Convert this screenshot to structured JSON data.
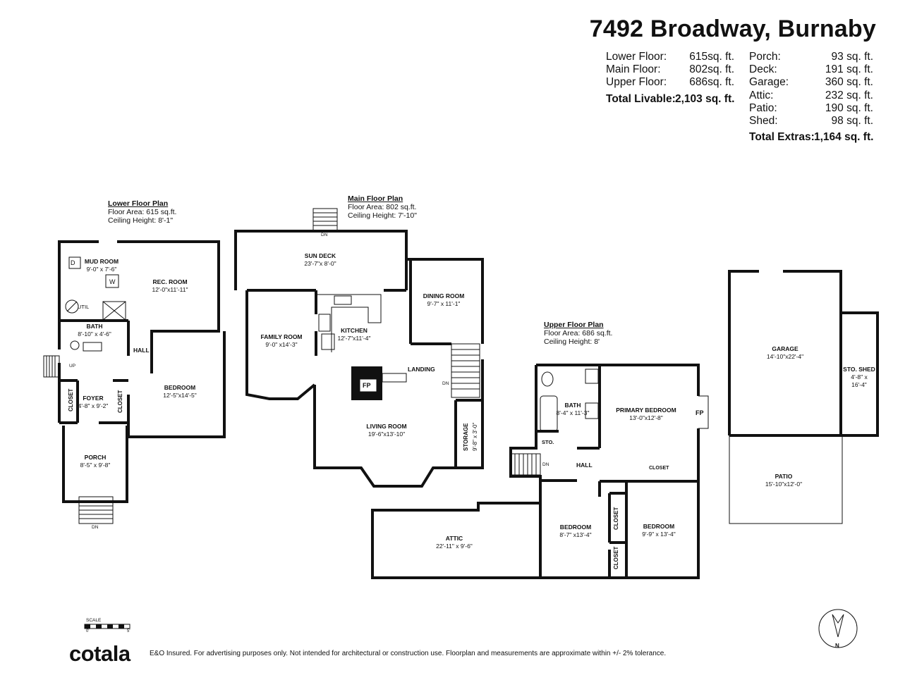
{
  "header": {
    "address": "7492 Broadway, Burnaby"
  },
  "areas_left": [
    {
      "label": "Lower Floor:",
      "value": "615sq. ft."
    },
    {
      "label": "Main Floor:",
      "value": "802sq. ft."
    },
    {
      "label": "Upper Floor:",
      "value": "686sq. ft."
    }
  ],
  "total_livable": {
    "label": "Total Livable:",
    "value": "2,103 sq. ft."
  },
  "areas_right": [
    {
      "label": "Porch:",
      "value": "93 sq. ft."
    },
    {
      "label": "Deck:",
      "value": "191 sq. ft."
    },
    {
      "label": "Garage:",
      "value": "360 sq. ft."
    },
    {
      "label": "Attic:",
      "value": "232 sq. ft."
    },
    {
      "label": "Patio:",
      "value": "190 sq. ft."
    },
    {
      "label": "Shed:",
      "value": "98 sq. ft."
    }
  ],
  "total_extras": {
    "label": "Total Extras:",
    "value": "1,164 sq. ft."
  },
  "plans": {
    "lower": {
      "heading": "Lower Floor Plan",
      "area": "Floor Area: 615 sq.ft.",
      "ceiling": "Ceiling Height: 8'-1\""
    },
    "main": {
      "heading": "Main Floor Plan",
      "area": "Floor Area: 802 sq.ft.",
      "ceiling": "Ceiling Height: 7'-10\""
    },
    "upper": {
      "heading": "Upper Floor Plan",
      "area": "Floor Area: 686 sq.ft.",
      "ceiling": "Ceiling Height: 8'"
    }
  },
  "rooms": {
    "mud_room": {
      "name": "MUD ROOM",
      "dim": "9'-0\" x 7'-6\""
    },
    "rec_room": {
      "name": "REC. ROOM",
      "dim": "12'-0\"x11'-11\""
    },
    "lower_bath": {
      "name": "BATH",
      "dim": "8'-10\" x 4'-6\""
    },
    "lower_bedroom": {
      "name": "BEDROOM",
      "dim": "12'-5\"x14'-5\""
    },
    "foyer": {
      "name": "FOYER",
      "dim": "4'-8\" x 9'-2\""
    },
    "porch": {
      "name": "PORCH",
      "dim": "8'-5\" x 9'-8\""
    },
    "sun_deck": {
      "name": "SUN DECK",
      "dim": "23'-7\"x 8'-0\""
    },
    "dining_room": {
      "name": "DINING ROOM",
      "dim": "9'-7\" x 11'-1\""
    },
    "family_room": {
      "name": "FAMILY ROOM",
      "dim": "9'-0\" x14'-3\""
    },
    "kitchen": {
      "name": "KITCHEN",
      "dim": "12'-7\"x11'-4\""
    },
    "living_room": {
      "name": "LIVING ROOM",
      "dim": "19'-6\"x13'-10\""
    },
    "upper_bath": {
      "name": "BATH",
      "dim": "8'-4\" x 11'-3\""
    },
    "primary_bedroom": {
      "name": "PRIMARY BEDROOM",
      "dim": "13'-0\"x12'-8\""
    },
    "bedroom_2": {
      "name": "BEDROOM",
      "dim": "8'-7\" x13'-4\""
    },
    "bedroom_3": {
      "name": "BEDROOM",
      "dim": "9'-9\" x 13'-4\""
    },
    "attic": {
      "name": "ATTIC",
      "dim": "22'-11\" x 9'-6\""
    },
    "garage": {
      "name": "GARAGE",
      "dim": "14'-10\"x22'-4\""
    },
    "sto_shed": {
      "name": "STO. SHED",
      "dim1": "4'-8\" x",
      "dim2": "16'-4\""
    },
    "patio": {
      "name": "PATIO",
      "dim": "15'-10\"x12'-0\""
    }
  },
  "labels": {
    "hall": "HALL",
    "closet": "CLOSET",
    "util": "UTIL",
    "d": "D",
    "w": "W",
    "up": "UP",
    "dn": "DN",
    "landing": "LANDING",
    "fp": "FP",
    "storage": "STORAGE",
    "storage_dim": "9'-8\" x 3'-0\"",
    "sto": "STO.",
    "north": "N",
    "scale": "SCALE",
    "scale_0": "0'",
    "scale_5": "5'"
  },
  "footer": {
    "logo": "cotala",
    "disclaimer": "E&O Insured. For advertising purposes only. Not intended for architectural or construction use. Floorplan and measurements are approximate within +/- 2% tolerance."
  }
}
